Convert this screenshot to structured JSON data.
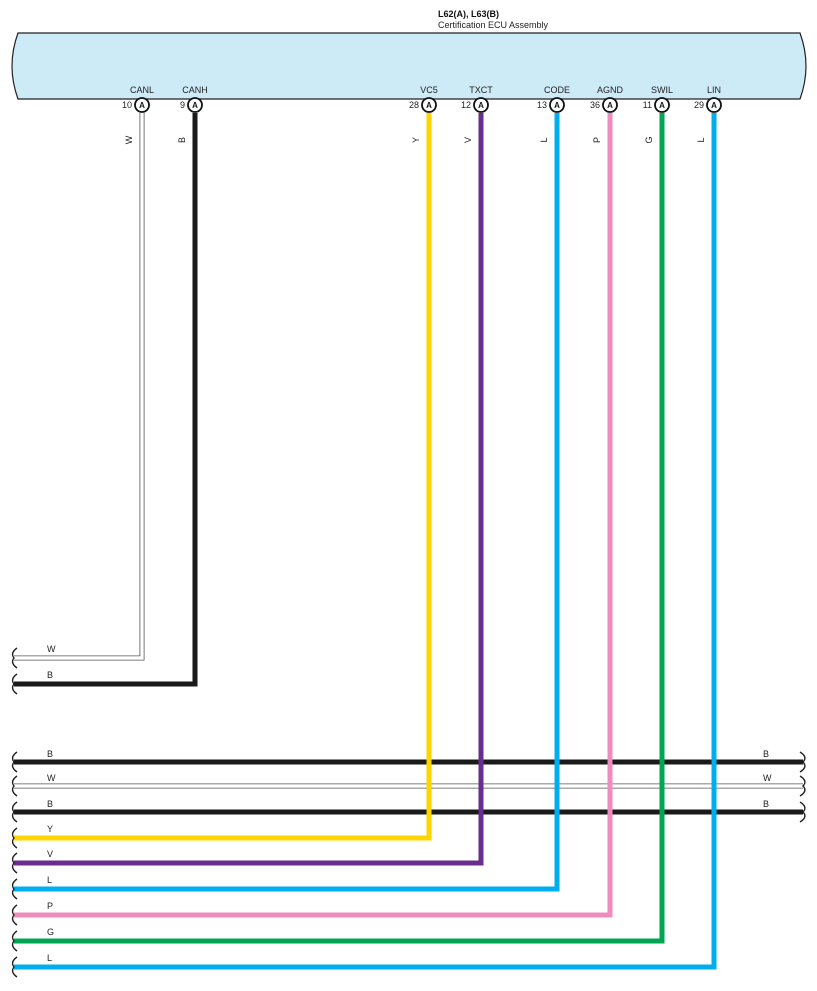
{
  "component": {
    "title": "L62(A), L63(B)",
    "subtitle": "Certification ECU Assembly",
    "fill_color": "#cdeaf7"
  },
  "colors": {
    "W": "#ffffff",
    "B": "#1a1a1a",
    "Y": "#ffd400",
    "V": "#6a2d8f",
    "L": "#00aeef",
    "P": "#f08cbd",
    "G": "#00a651"
  },
  "pins": [
    {
      "name": "CANL",
      "number": "10",
      "connector": "A",
      "wire": "W",
      "wire_label": "W"
    },
    {
      "name": "CANH",
      "number": "9",
      "connector": "A",
      "wire": "B",
      "wire_label": "B"
    },
    {
      "name": "VC5",
      "number": "28",
      "connector": "A",
      "wire": "Y",
      "wire_label": "Y"
    },
    {
      "name": "TXCT",
      "number": "12",
      "connector": "A",
      "wire": "V",
      "wire_label": "V"
    },
    {
      "name": "CODE",
      "number": "13",
      "connector": "A",
      "wire": "L",
      "wire_label": "L"
    },
    {
      "name": "AGND",
      "number": "36",
      "connector": "A",
      "wire": "P",
      "wire_label": "P"
    },
    {
      "name": "SWIL",
      "number": "11",
      "connector": "A",
      "wire": "G",
      "wire_label": "G"
    },
    {
      "name": "LIN",
      "number": "29",
      "connector": "A",
      "wire": "L",
      "wire_label": "L"
    }
  ],
  "left_bus_upper": [
    {
      "label": "W",
      "wire": "W",
      "pin": "CANL"
    },
    {
      "label": "B",
      "wire": "B",
      "pin": "CANH"
    }
  ],
  "through_buses": [
    {
      "label_left": "B",
      "label_right": "B",
      "wire": "B"
    },
    {
      "label_left": "W",
      "label_right": "W",
      "wire": "W"
    },
    {
      "label_left": "B",
      "label_right": "B",
      "wire": "B"
    }
  ],
  "left_bus_lower": [
    {
      "label": "Y",
      "wire": "Y",
      "pin": "VC5"
    },
    {
      "label": "V",
      "wire": "V",
      "pin": "TXCT"
    },
    {
      "label": "L",
      "wire": "L",
      "pin": "CODE"
    },
    {
      "label": "P",
      "wire": "P",
      "pin": "AGND"
    },
    {
      "label": "G",
      "wire": "G",
      "pin": "SWIL"
    },
    {
      "label": "L",
      "wire": "L",
      "pin": "LIN"
    }
  ]
}
